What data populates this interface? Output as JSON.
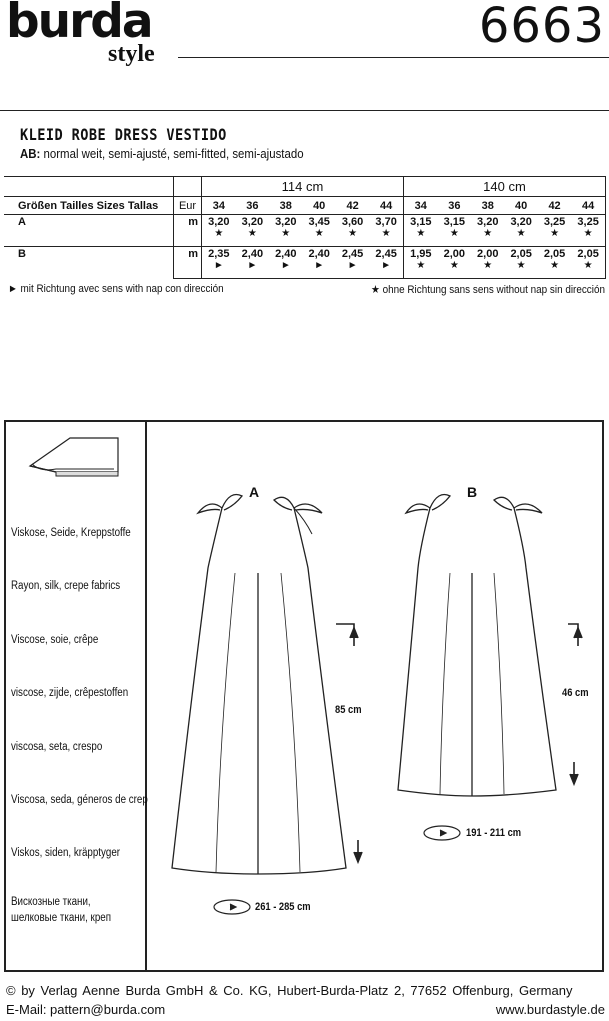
{
  "header": {
    "brand": "burda",
    "brand_sub": "style",
    "pattern_number": "6663",
    "title": "KLEID ROBE DRESS VESTIDO",
    "subtitle_prefix": "AB:",
    "subtitle": "normal weit, semi-ajusté, semi-fitted, semi-ajustado"
  },
  "table": {
    "width_114": "114 cm",
    "width_140": "140 cm",
    "sizes_label": "Größen Tailles Sizes Tallas",
    "eur_label": "Eur",
    "sizes": [
      "34",
      "36",
      "38",
      "40",
      "42",
      "44"
    ],
    "rows": [
      {
        "label": "A",
        "unit": "m",
        "v114": [
          "3,20",
          "3,20",
          "3,20",
          "3,45",
          "3,60",
          "3,70"
        ],
        "s114": [
          "★",
          "★",
          "★",
          "★",
          "★",
          "★"
        ],
        "v140": [
          "3,15",
          "3,15",
          "3,20",
          "3,20",
          "3,25",
          "3,25"
        ],
        "s140": [
          "★",
          "★",
          "★",
          "★",
          "★",
          "★"
        ]
      },
      {
        "label": "B",
        "unit": "m",
        "v114": [
          "2,35",
          "2,40",
          "2,40",
          "2,40",
          "2,45",
          "2,45"
        ],
        "s114": [
          "►",
          "►",
          "►",
          "►",
          "►",
          "►"
        ],
        "v140": [
          "1,95",
          "2,00",
          "2,00",
          "2,05",
          "2,05",
          "2,05"
        ],
        "s140": [
          "★",
          "★",
          "★",
          "★",
          "★",
          "★"
        ]
      }
    ]
  },
  "legend": {
    "with_nap": "►  mit Richtung  avec sens  with nap  con dirección",
    "without_nap": "★  ohne Richtung  sans sens  without nap  sin dirección"
  },
  "fabrics": [
    "Viskose, Seide, Kreppstoffe",
    "Rayon, silk, crepe fabrics",
    "Viscose, soie, crêpe",
    "viscose, zijde, crêpestoffen",
    "viscosa, seta, crespo",
    "Viscosa, seda, géneros de crep",
    "Viskos, siden, kräpptyger",
    "Вискозные ткани,",
    "шелковые ткани, креп"
  ],
  "illustrations": {
    "a_label": "A",
    "b_label": "B",
    "a_length": "85 cm",
    "a_hem": "261 - 285 cm",
    "b_length": "46 cm",
    "b_hem": "191 - 211 cm"
  },
  "footer": {
    "copyright": "© by Verlag Aenne Burda GmbH & Co. KG, Hubert-Burda-Platz 2, 77652 Offenburg, Germany",
    "email": "E-Mail: pattern@burda.com",
    "website": "www.burdastyle.de"
  }
}
